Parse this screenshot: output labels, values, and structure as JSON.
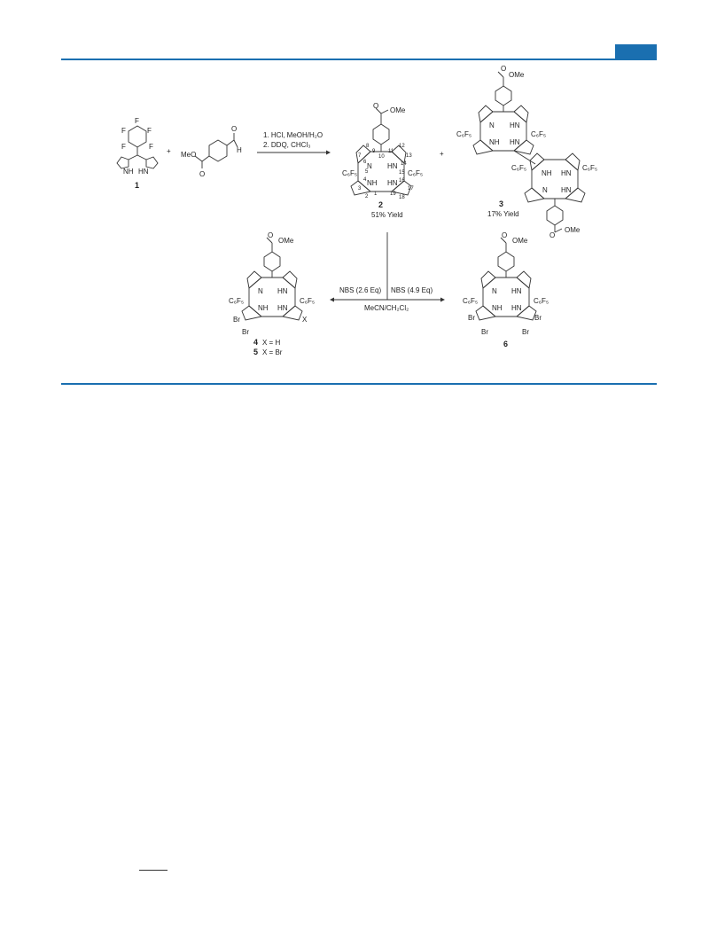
{
  "scheme": {
    "plus_sign": "+",
    "reagent_aldehyde": {
      "ester_label": "MeO",
      "h_label": "H",
      "o_label": "O"
    },
    "dipyrromethane": {
      "f_label": "F",
      "pyrrole_left": "NH",
      "pyrrole_right": "HN",
      "compound_number": "1"
    },
    "step1": {
      "line1": "1. HCl, MeOH/H₂O",
      "line2": "2. DDQ, CHCl₃"
    },
    "product_2": {
      "ester": "OMe",
      "o_label": "O",
      "n_label": "N",
      "nh_labels": [
        "HN",
        "NH",
        "HN"
      ],
      "c6f5": "C₆F₅",
      "positions": [
        "8",
        "7",
        "6",
        "5",
        "4",
        "3",
        "2",
        "1",
        "9",
        "10",
        "11",
        "12",
        "13",
        "14",
        "15",
        "16",
        "17",
        "18",
        "19"
      ],
      "compound_number": "2",
      "yield": "51% Yield"
    },
    "product_3": {
      "ester_top": "OMe",
      "ester_bottom": "OMe",
      "n_labels": [
        "N",
        "N"
      ],
      "nh_labels": [
        "HN",
        "NH",
        "HN",
        "NH",
        "HN",
        "HN"
      ],
      "c6f5": "C₆F₅",
      "compound_number": "3",
      "yield": "17% Yield"
    },
    "step2": {
      "left": "NBS (2.6 Eq)",
      "right": "NBS (4.9 Eq)",
      "solvent": "MeCN/CH₂Cl₂"
    },
    "product_45": {
      "ester": "OMe",
      "o_label": "O",
      "n_label": "N",
      "nh_labels": [
        "HN",
        "NH",
        "HN"
      ],
      "c6f5": "C₆F₅",
      "br": "Br",
      "x": "X",
      "line1_num": "4",
      "line1_text": "X = H",
      "line2_num": "5",
      "line2_text": "X = Br"
    },
    "product_6": {
      "ester": "OMe",
      "o_label": "O",
      "n_label": "N",
      "nh_labels": [
        "HN",
        "NH",
        "HN"
      ],
      "c6f5": "C₆F₅",
      "br": "Br",
      "compound_number": "6"
    }
  }
}
